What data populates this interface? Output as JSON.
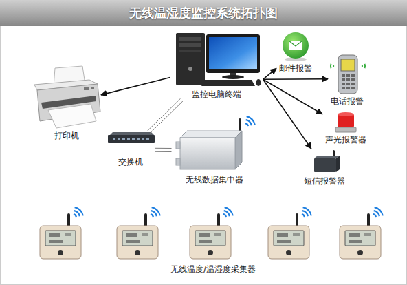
{
  "diagram": {
    "title": "无线温湿度监控系统拓扑图",
    "nodes": [
      {
        "text": [
          "监控电脑终端"
        ]
      },
      {
        "text": [
          "打印机"
        ]
      },
      {
        "text": [
          "交换机"
        ]
      },
      {
        "text": [
          "无线数据集中器"
        ]
      },
      {
        "text": [
          "邮件报警"
        ]
      },
      {
        "text": [
          "电话报警"
        ]
      },
      {
        "text": [
          "声光报警器"
        ]
      },
      {
        "text": [
          "短信报警器"
        ]
      }
    ],
    "edges": [
      {
        "from": 0,
        "to": 1,
        "arrow": "to"
      },
      {
        "from": 0,
        "to": 2,
        "arrow": "none"
      },
      {
        "from": 2,
        "to": 3,
        "arrow": "none"
      },
      {
        "from": 0,
        "to": 4,
        "arrow": "to"
      },
      {
        "from": 0,
        "to": 5,
        "arrow": "to"
      },
      {
        "from": 0,
        "to": 6,
        "arrow": "to"
      },
      {
        "from": 0,
        "to": 7,
        "arrow": "to"
      }
    ],
    "labels": [
      "无线温度/温湿度采集器"
    ]
  }
}
